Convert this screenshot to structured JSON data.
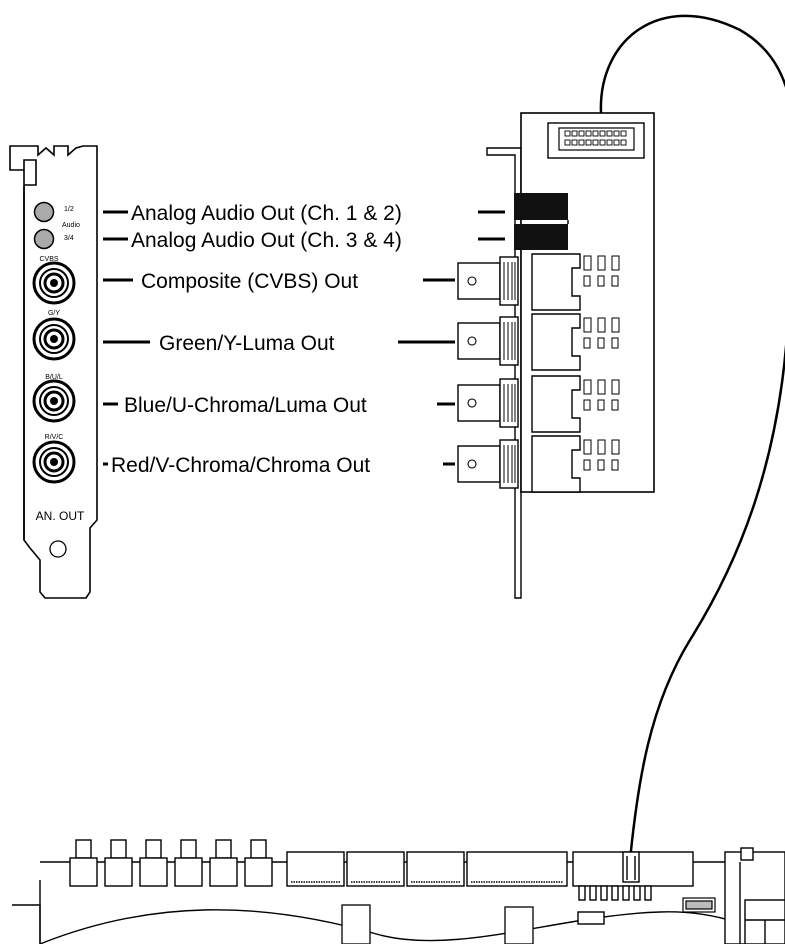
{
  "bracket": {
    "audio_top": "1/2",
    "audio_mid": "Audio",
    "audio_bot": "3/4",
    "cvbs": "CVBS",
    "gy": "G/Y",
    "bul": "B/U/L",
    "rvc": "R/V/C",
    "footer": "AN. OUT"
  },
  "callouts": {
    "audio12": "Analog Audio Out (Ch. 1 & 2)",
    "audio34": "Analog Audio Out (Ch. 3 & 4)",
    "composite": "Composite (CVBS) Out",
    "green": "Green/Y-Luma Out",
    "blue": "Blue/U-Chroma/Luma Out",
    "red": "Red/V-Chroma/Chroma Out"
  }
}
